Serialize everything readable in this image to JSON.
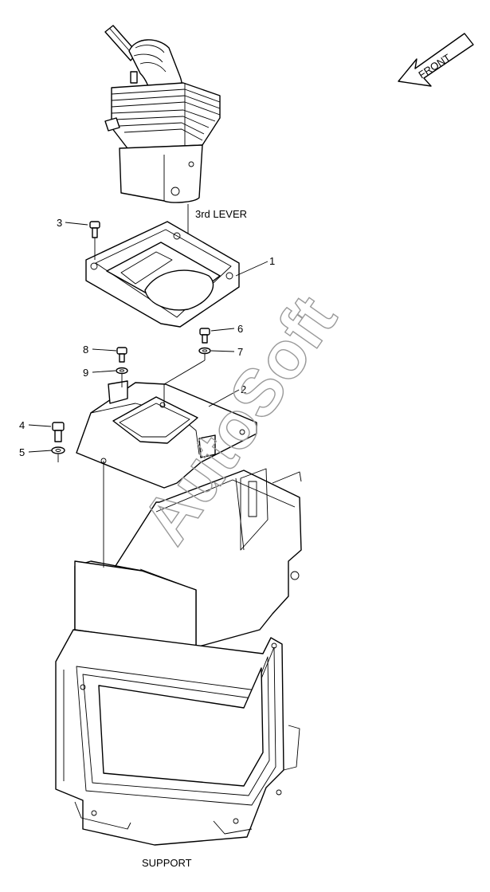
{
  "labels": {
    "front": "FRONT",
    "third_lever": "3rd LEVER",
    "support": "SUPPORT",
    "watermark": "AutoSoft"
  },
  "callouts": [
    {
      "id": "1",
      "text": "1"
    },
    {
      "id": "2",
      "text": "2"
    },
    {
      "id": "3",
      "text": "3"
    },
    {
      "id": "4",
      "text": "4"
    },
    {
      "id": "5",
      "text": "5"
    },
    {
      "id": "6",
      "text": "6"
    },
    {
      "id": "7",
      "text": "7"
    },
    {
      "id": "8",
      "text": "8"
    },
    {
      "id": "9",
      "text": "9"
    }
  ]
}
